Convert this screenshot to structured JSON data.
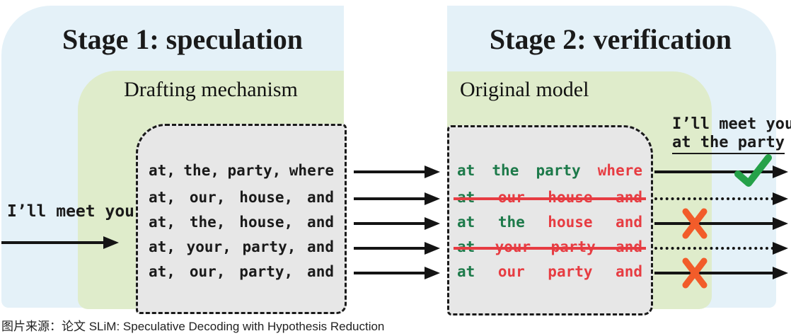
{
  "caption": "图片来源：论文 SLiM: Speculative Decoding with Hypothesis Reduction",
  "colors": {
    "stage_bg": "#e4f1f8",
    "model_bg": "#dfeccb",
    "box_bg": "#e7e7e7",
    "accept_text": "#1d7a4a",
    "reject_text": "#e73c42",
    "check": "#25a149",
    "cross": "#f25c2a",
    "arrow": "#141414"
  },
  "stage1": {
    "title": "Stage 1: speculation",
    "model_label": "Drafting mechanism",
    "input_label": "I’ll meet you",
    "draft_rows": [
      [
        "at,",
        "the,",
        "party,",
        "where"
      ],
      [
        "at,",
        "our,",
        "house,",
        "and"
      ],
      [
        "at,",
        "the,",
        "house,",
        "and"
      ],
      [
        "at,",
        "your,",
        "party,",
        "and"
      ],
      [
        "at,",
        "our,",
        "party,",
        "and"
      ]
    ]
  },
  "stage2": {
    "title": "Stage 2: verification",
    "model_label": "Original model",
    "verified_rows": [
      {
        "struck": false,
        "outcome": "accepted-check",
        "words": [
          {
            "text": "at",
            "status": "accept"
          },
          {
            "text": "the",
            "status": "accept"
          },
          {
            "text": "party",
            "status": "accept"
          },
          {
            "text": "where",
            "status": "reject"
          }
        ]
      },
      {
        "struck": true,
        "outcome": "pruned-dotted",
        "words": [
          {
            "text": "at",
            "status": "accept"
          },
          {
            "text": "our",
            "status": "reject"
          },
          {
            "text": "house",
            "status": "reject"
          },
          {
            "text": "and",
            "status": "reject"
          }
        ]
      },
      {
        "struck": false,
        "outcome": "rejected-cross",
        "words": [
          {
            "text": "at",
            "status": "accept"
          },
          {
            "text": "the",
            "status": "accept"
          },
          {
            "text": "house",
            "status": "reject"
          },
          {
            "text": "and",
            "status": "reject"
          }
        ]
      },
      {
        "struck": true,
        "outcome": "pruned-dotted",
        "words": [
          {
            "text": "at",
            "status": "accept"
          },
          {
            "text": "your",
            "status": "reject"
          },
          {
            "text": "party",
            "status": "reject"
          },
          {
            "text": "and",
            "status": "reject"
          }
        ]
      },
      {
        "struck": false,
        "outcome": "rejected-cross",
        "words": [
          {
            "text": "at",
            "status": "accept"
          },
          {
            "text": "our",
            "status": "reject"
          },
          {
            "text": "party",
            "status": "reject"
          },
          {
            "text": "and",
            "status": "reject"
          }
        ]
      }
    ],
    "output_label_line1": "I’ll meet you",
    "output_label_line2": "at the party"
  }
}
